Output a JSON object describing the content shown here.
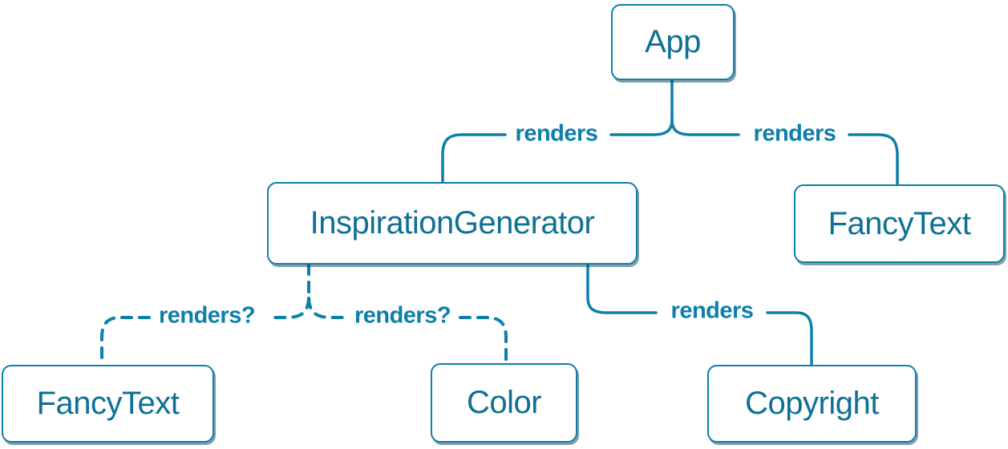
{
  "colors": {
    "accent": "#0c7fab",
    "node_text": "#0e7095",
    "node_background": "#ffffff",
    "shadow": "#0a3d56",
    "background": "#ffffff"
  },
  "nodes": [
    {
      "id": "app",
      "label": "App"
    },
    {
      "id": "inspiration-generator",
      "label": "InspirationGenerator"
    },
    {
      "id": "fancy-text-top",
      "label": "FancyText"
    },
    {
      "id": "fancy-text-bottom",
      "label": "FancyText"
    },
    {
      "id": "color",
      "label": "Color"
    },
    {
      "id": "copyright",
      "label": "Copyright"
    }
  ],
  "edges": [
    {
      "from": "App",
      "to": "InspirationGenerator",
      "label": "renders",
      "style": "solid"
    },
    {
      "from": "App",
      "to": "FancyText",
      "label": "renders",
      "style": "solid"
    },
    {
      "from": "InspirationGenerator",
      "to": "FancyText",
      "label": "renders?",
      "style": "dashed"
    },
    {
      "from": "InspirationGenerator",
      "to": "Color",
      "label": "renders?",
      "style": "dashed"
    },
    {
      "from": "InspirationGenerator",
      "to": "Copyright",
      "label": "renders",
      "style": "solid"
    }
  ]
}
